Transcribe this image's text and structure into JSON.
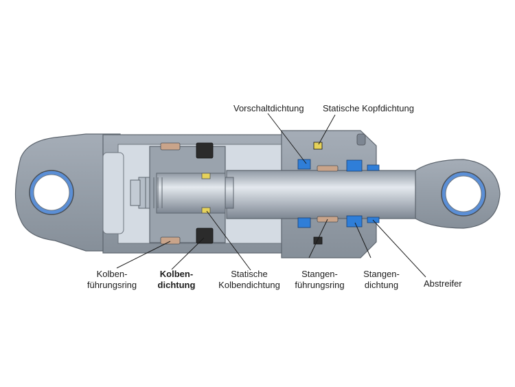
{
  "labels": {
    "vorschaltdichtung": "Vorschaltdichtung",
    "statische_kopfdichtung": "Statische Kopfdichtung",
    "kolbenfuehrungsring_1": "Kolben-",
    "kolbenfuehrungsring_2": "führungsring",
    "kolbendichtung_1": "Kolben-",
    "kolbendichtung_2": "dichtung",
    "statische_kolbendichtung_1": "Statische",
    "statische_kolbendichtung_2": "Kolbendichtung",
    "stangenfuehrungsring_1": "Stangen-",
    "stangenfuehrungsring_2": "führungsring",
    "stangendichtung_1": "Stangen-",
    "stangendichtung_2": "dichtung",
    "abstreifer": "Abstreifer"
  },
  "colors": {
    "housing": "#9aa3ad",
    "housing_dark": "#6d757e",
    "interior": "#d4dbe3",
    "rod": "#b9c2cc",
    "guide_ring": "#c9a48a",
    "seal_black": "#2b2b2b",
    "seal_blue": "#2f7ed8",
    "oring_yellow": "#e6d25a",
    "eye_ring": "#5b8fd6"
  }
}
